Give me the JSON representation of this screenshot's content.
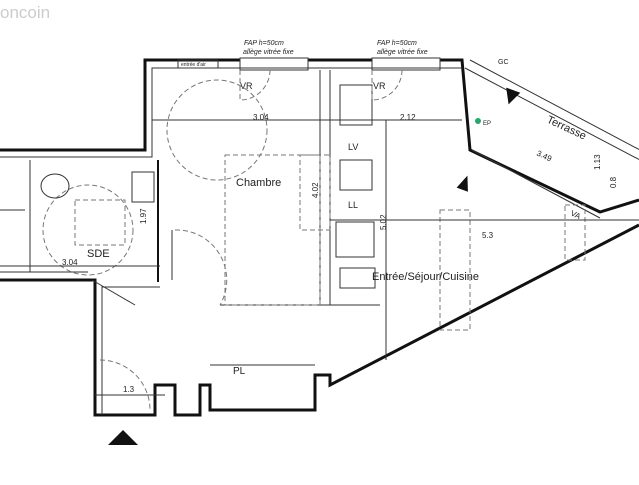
{
  "watermark": "oncoin",
  "windows": [
    {
      "line1": "FAP h=50cm",
      "line2": "allège vitrée fixe"
    },
    {
      "line1": "FAP h=50cm",
      "line2": "allège vitrée fixe"
    }
  ],
  "air_inlet": "entrée d'air",
  "rooms": {
    "chambre": "Chambre",
    "sde": "SDE",
    "sejour": "Entrée/Séjour/Cuisine",
    "terrasse": "Terrasse",
    "pl": "PL",
    "lv": "LV",
    "ll": "LL"
  },
  "markers": {
    "vr1": "VR",
    "vr2": "VR",
    "va": "VA",
    "gc": "GC",
    "ep": "EP"
  },
  "dimensions": {
    "chambre_width": "3.04",
    "kitchen_width": "2.12",
    "chambre_depth": "4.02",
    "sejour_depth": "5.02",
    "sde_depth": "1.97",
    "sde_width": "3.04",
    "entry_width": "1.3",
    "sejour_width": "5.3",
    "terrasse_length": "3.49",
    "terrasse_depth": "1.13",
    "terrasse_edge": "0.8"
  }
}
